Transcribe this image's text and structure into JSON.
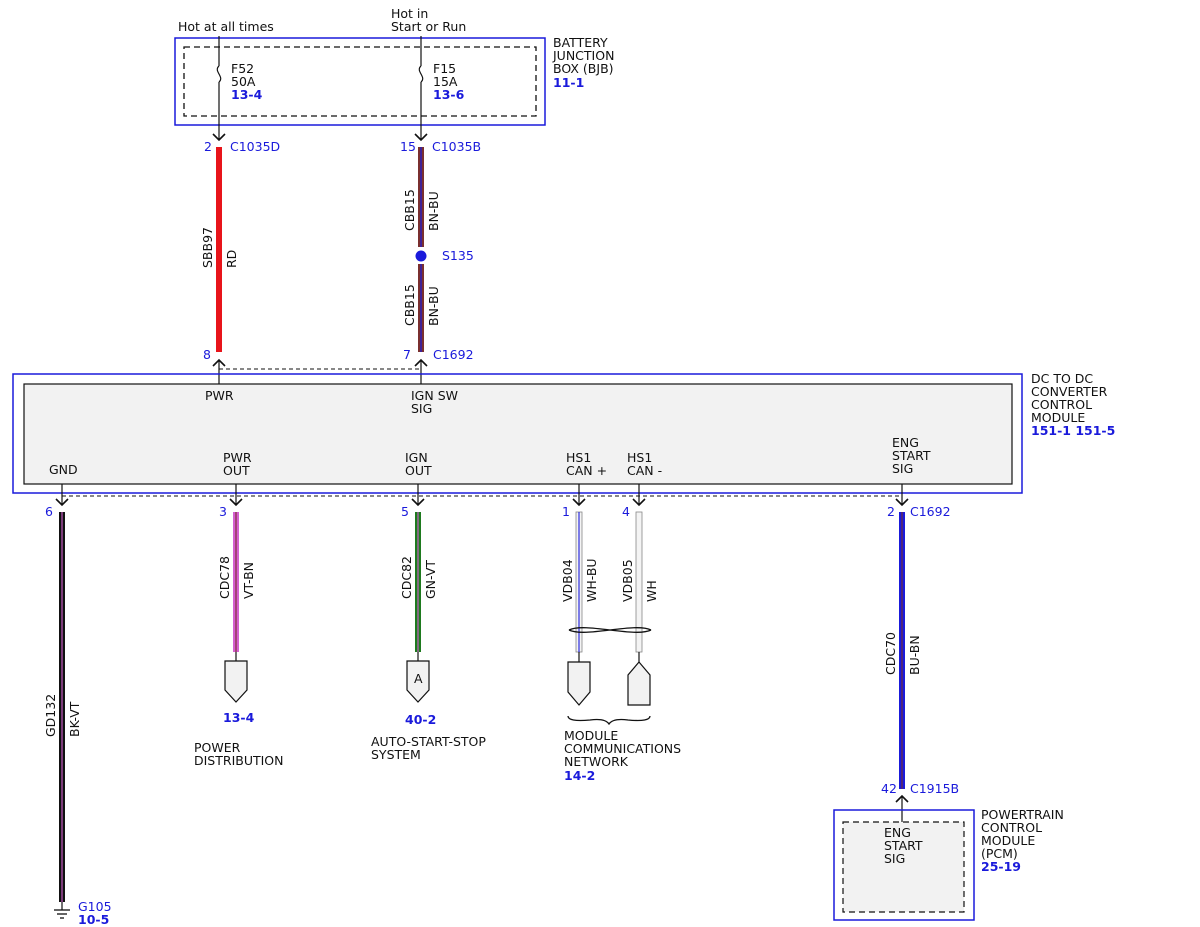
{
  "colors": {
    "blue": "#1a1adb",
    "red": "#e8141a",
    "brown": "#7a2f2f",
    "violet": "#d45fd0",
    "green": "#1e7a1e",
    "black": "#111111",
    "white": "#f4f4f4",
    "module_fill": "#f2f2f2"
  },
  "bjb": {
    "hot_all_times": "Hot at all times",
    "hot_start_run_1": "Hot in",
    "hot_start_run_2": "Start or Run",
    "name_1": "BATTERY",
    "name_2": "JUNCTION",
    "name_3": "BOX (BJB)",
    "ref": "11-1",
    "fuse1": {
      "id": "F52",
      "rating": "50A",
      "ref": "13-4"
    },
    "fuse2": {
      "id": "F15",
      "rating": "15A",
      "ref": "13-6"
    }
  },
  "upper_wires": {
    "w1": {
      "pin_top": "2",
      "connector_top": "C1035D",
      "circuit": "SBB97",
      "color": "RD",
      "pin_bottom": "8"
    },
    "w2": {
      "pin_top": "15",
      "connector_top": "C1035B",
      "circuit_a": "CBB15",
      "color_a": "BN-BU",
      "splice": "S135",
      "circuit_b": "CBB15",
      "color_b": "BN-BU",
      "pin_bottom": "7",
      "connector_bottom": "C1692"
    }
  },
  "dcdc": {
    "name_1": "DC TO DC",
    "name_2": "CONVERTER",
    "name_3": "CONTROL",
    "name_4": "MODULE",
    "refs": "151-1 151-5",
    "pwr": "PWR",
    "ign_sw_1": "IGN SW",
    "ign_sw_2": "SIG",
    "gnd": "GND",
    "pwr_out_1": "PWR",
    "pwr_out_2": "OUT",
    "ign_out_1": "IGN",
    "ign_out_2": "OUT",
    "can_p_1": "HS1",
    "can_p_2": "CAN +",
    "can_m_1": "HS1",
    "can_m_2": "CAN -",
    "eng_1": "ENG",
    "eng_2": "START",
    "eng_3": "SIG"
  },
  "lower_wires": {
    "gnd": {
      "pin": "6",
      "circuit": "GD132",
      "color": "BK-VT",
      "ground": "G105",
      "ground_ref": "10-5"
    },
    "pwr_out": {
      "pin": "3",
      "circuit": "CDC78",
      "color": "VT-BN",
      "ref": "13-4",
      "dest_1": "POWER",
      "dest_2": "DISTRIBUTION"
    },
    "ign_out": {
      "pin": "5",
      "circuit": "CDC82",
      "color": "GN-VT",
      "ref": "40-2",
      "connector_letter": "A",
      "dest_1": "AUTO-START-STOP",
      "dest_2": "SYSTEM"
    },
    "can_p": {
      "pin": "1",
      "circuit": "VDB04",
      "color": "WH-BU"
    },
    "can_m": {
      "pin": "4",
      "circuit": "VDB05",
      "color": "WH"
    },
    "network": {
      "line_1": "MODULE",
      "line_2": "COMMUNICATIONS",
      "line_3": "NETWORK",
      "ref": "14-2"
    },
    "eng": {
      "pin": "2",
      "connector": "C1692",
      "circuit": "CDC70",
      "color": "BU-BN",
      "pin_bottom": "42",
      "connector_bottom": "C1915B"
    }
  },
  "pcm": {
    "sig_1": "ENG",
    "sig_2": "START",
    "sig_3": "SIG",
    "name_1": "POWERTRAIN",
    "name_2": "CONTROL",
    "name_3": "MODULE",
    "name_4": "(PCM)",
    "ref": "25-19"
  }
}
